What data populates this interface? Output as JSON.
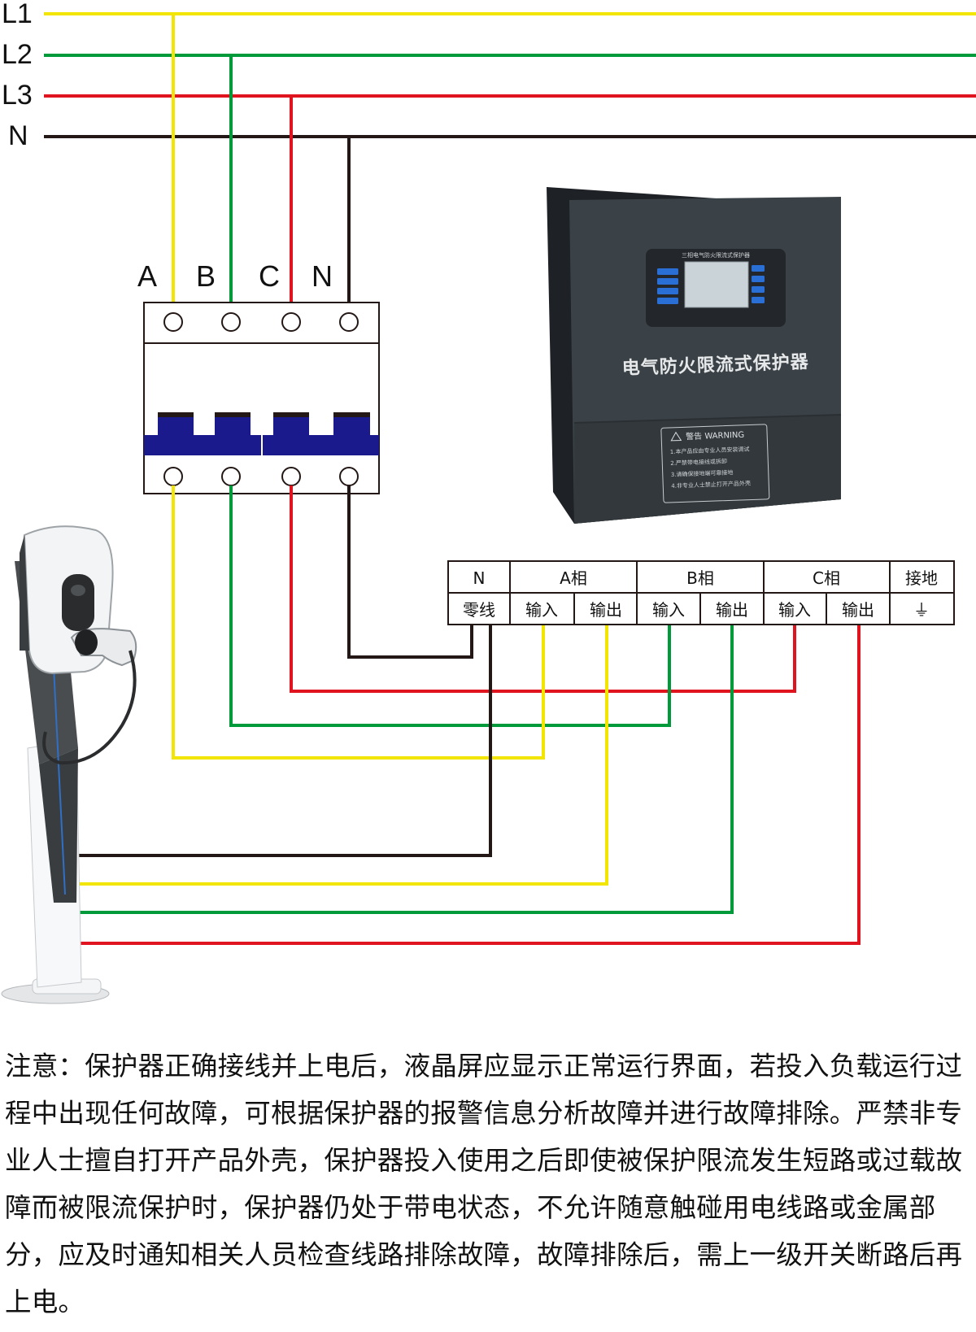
{
  "bus_lines": [
    {
      "label": "L1",
      "color": "#f2e600"
    },
    {
      "label": "L2",
      "color": "#009a3a"
    },
    {
      "label": "L3",
      "color": "#e0141e"
    },
    {
      "label": "N",
      "color": "#231815"
    }
  ],
  "breaker": {
    "poles": [
      "A",
      "B",
      "C",
      "N"
    ],
    "handle_color": "#1a1a8c"
  },
  "protector": {
    "title": "电气防火限流式保护器",
    "screen_caption": "三相电气防火限流式保护器",
    "warning_title": "警告 WARNING",
    "warning_lines": [
      "1.本产品应由专业人员安装调试",
      "2.严禁带电接线或拆卸",
      "3.请确保接地端可靠接地",
      "4.非专业人士禁止打开产品外壳"
    ]
  },
  "terminal_block": {
    "groups": [
      {
        "header": "N",
        "cells": [
          "零线"
        ]
      },
      {
        "header": "A相",
        "cells": [
          "输入",
          "输出"
        ]
      },
      {
        "header": "B相",
        "cells": [
          "输入",
          "输出"
        ]
      },
      {
        "header": "C相",
        "cells": [
          "输入",
          "输出"
        ]
      },
      {
        "header": "接地",
        "cells": [
          "⏚"
        ]
      }
    ]
  },
  "note": "注意：保护器正确接线并上电后，液晶屏应显示正常运行界面，若投入负载运行过程中出现任何故障，可根据保护器的报警信息分析故障并进行故障排除。严禁非专业人士擅自打开产品外壳，保护器投入使用之后即使被保护限流发生短路或过载故障而被限流保护时，保护器仍处于带电状态，不允许随意触碰用电线路或金属部分，应及时通知相关人员检查线路排除故障，故障排除后，需上一级开关断路后再上电。"
}
